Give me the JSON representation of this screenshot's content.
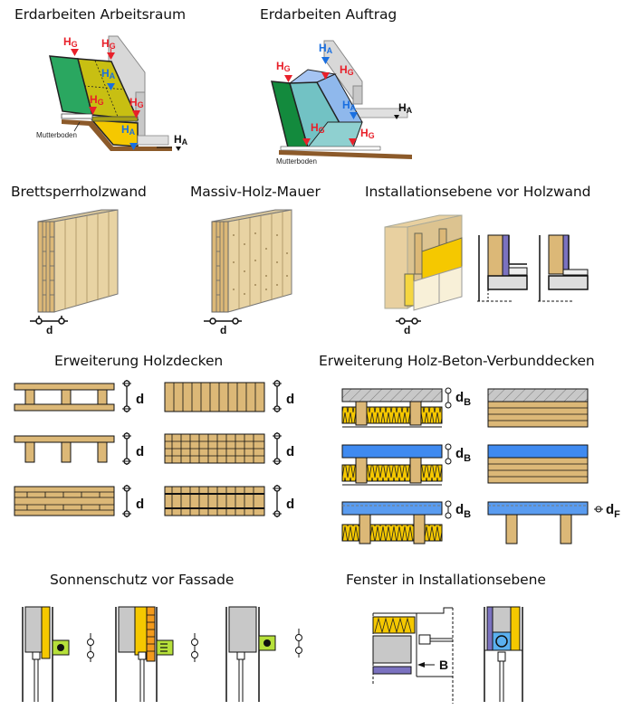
{
  "sections": {
    "erdarbeiten_arbeitsraum": {
      "title": "Erdarbeiten Arbeitsraum",
      "labels": {
        "hg": "H",
        "hg_sub": "G",
        "ha": "H",
        "ha_sub": "A",
        "mutterboden": "Mutterboden"
      }
    },
    "erdarbeiten_auftrag": {
      "title": "Erdarbeiten Auftrag",
      "labels": {
        "hg": "H",
        "hg_sub": "G",
        "ha": "H",
        "ha_sub": "A",
        "mutterboden": "Mutterboden"
      }
    },
    "brettsperrholzwand": {
      "title": "Brettsperrholzwand",
      "dim_label": "d"
    },
    "massiv_holz_mauer": {
      "title": "Massiv-Holz-Mauer",
      "dim_label": "d"
    },
    "installationsebene_holzwand": {
      "title": "Installationsebene vor Holzwand",
      "dim_label": "d"
    },
    "erweiterung_holzdecken": {
      "title": "Erweiterung Holzdecken",
      "dim_label": "d"
    },
    "erweiterung_hbv": {
      "title": "Erweiterung Holz-Beton-Verbunddecken",
      "dim_label_b": "d",
      "dim_sub_b": "B",
      "dim_label_f": "d",
      "dim_sub_f": "F"
    },
    "sonnenschutz": {
      "title": "Sonnenschutz vor Fassade"
    },
    "fenster_installationsebene": {
      "title": "Fenster in Installationsebene",
      "b_label": "B"
    }
  },
  "colors": {
    "hg_red": "#e8202a",
    "ha_blue": "#1a6fe0",
    "wood": "#dcb877",
    "insulation": "#f5c800",
    "concrete": "#c8c8c8",
    "blue_layer": "#3f8af0",
    "green": "#2aa760",
    "purple": "#7b72c0",
    "lime": "#b6e03a",
    "orange": "#f39a1c"
  }
}
